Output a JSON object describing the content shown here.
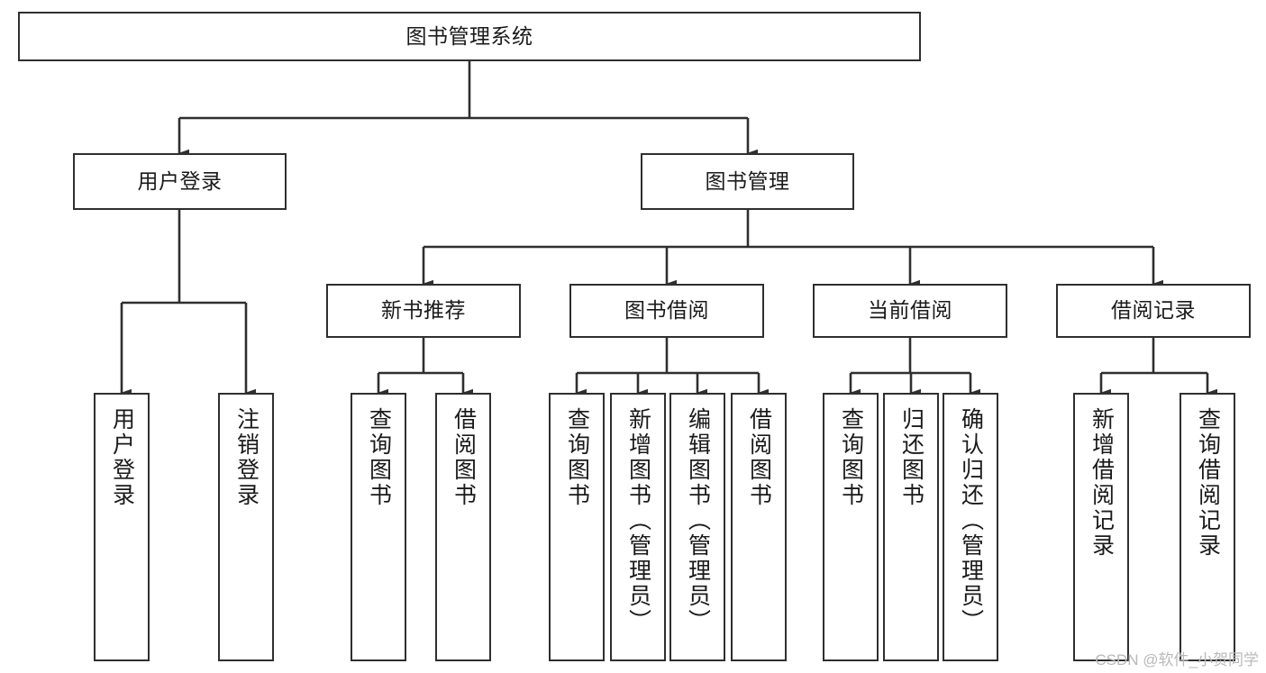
{
  "diagram": {
    "title": "图书管理系统",
    "watermark": "CSDN @软件_小贺同学",
    "colors": {
      "stroke": "#2f2f2f",
      "fill": "#ffffff",
      "text": "#1a1a1a",
      "watermark": "#b9b9b9"
    },
    "root": {
      "label": "图书管理系统"
    },
    "level2": [
      {
        "label": "用户登录"
      },
      {
        "label": "图书管理"
      }
    ],
    "level3": [
      {
        "label": "新书推荐"
      },
      {
        "label": "图书借阅"
      },
      {
        "label": "当前借阅"
      },
      {
        "label": "借阅记录"
      }
    ],
    "leaves": {
      "user_login": [
        {
          "label": "用户登录"
        },
        {
          "label": "注销登录"
        }
      ],
      "new_book": [
        {
          "label": "查询图书"
        },
        {
          "label": "借阅图书"
        }
      ],
      "book_borrow": [
        {
          "label": "查询图书"
        },
        {
          "label": "新增图书（管理员）"
        },
        {
          "label": "编辑图书（管理员）"
        },
        {
          "label": "借阅图书"
        }
      ],
      "current_borrow": [
        {
          "label": "查询图书"
        },
        {
          "label": "归还图书"
        },
        {
          "label": "确认归还（管理员）"
        }
      ],
      "borrow_record": [
        {
          "label": "新增借阅记录"
        },
        {
          "label": "查询借阅记录"
        }
      ]
    }
  }
}
